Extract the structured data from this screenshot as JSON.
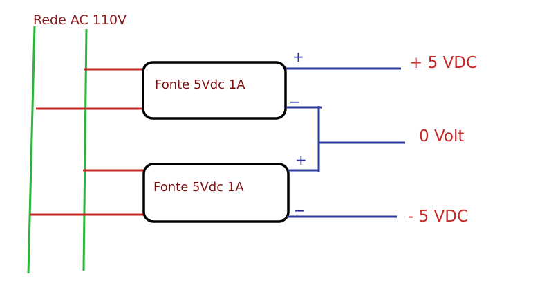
{
  "diagram": {
    "title": "Rede AC 110V",
    "supplies": [
      {
        "label": "Fonte 5Vdc 1A",
        "plus": "+",
        "minus": "−"
      },
      {
        "label": "Fonte 5Vdc 1A",
        "plus": "+",
        "minus": "−"
      }
    ],
    "outputs": {
      "positive": "+ 5 VDC",
      "zero": "0 Volt",
      "negative": "- 5 VDC"
    },
    "colors": {
      "mains": "#2bb53a",
      "ac_wire": "#c62828",
      "dc_wire": "#2e3c9e",
      "box": "#000000",
      "text": "#c62828"
    }
  }
}
